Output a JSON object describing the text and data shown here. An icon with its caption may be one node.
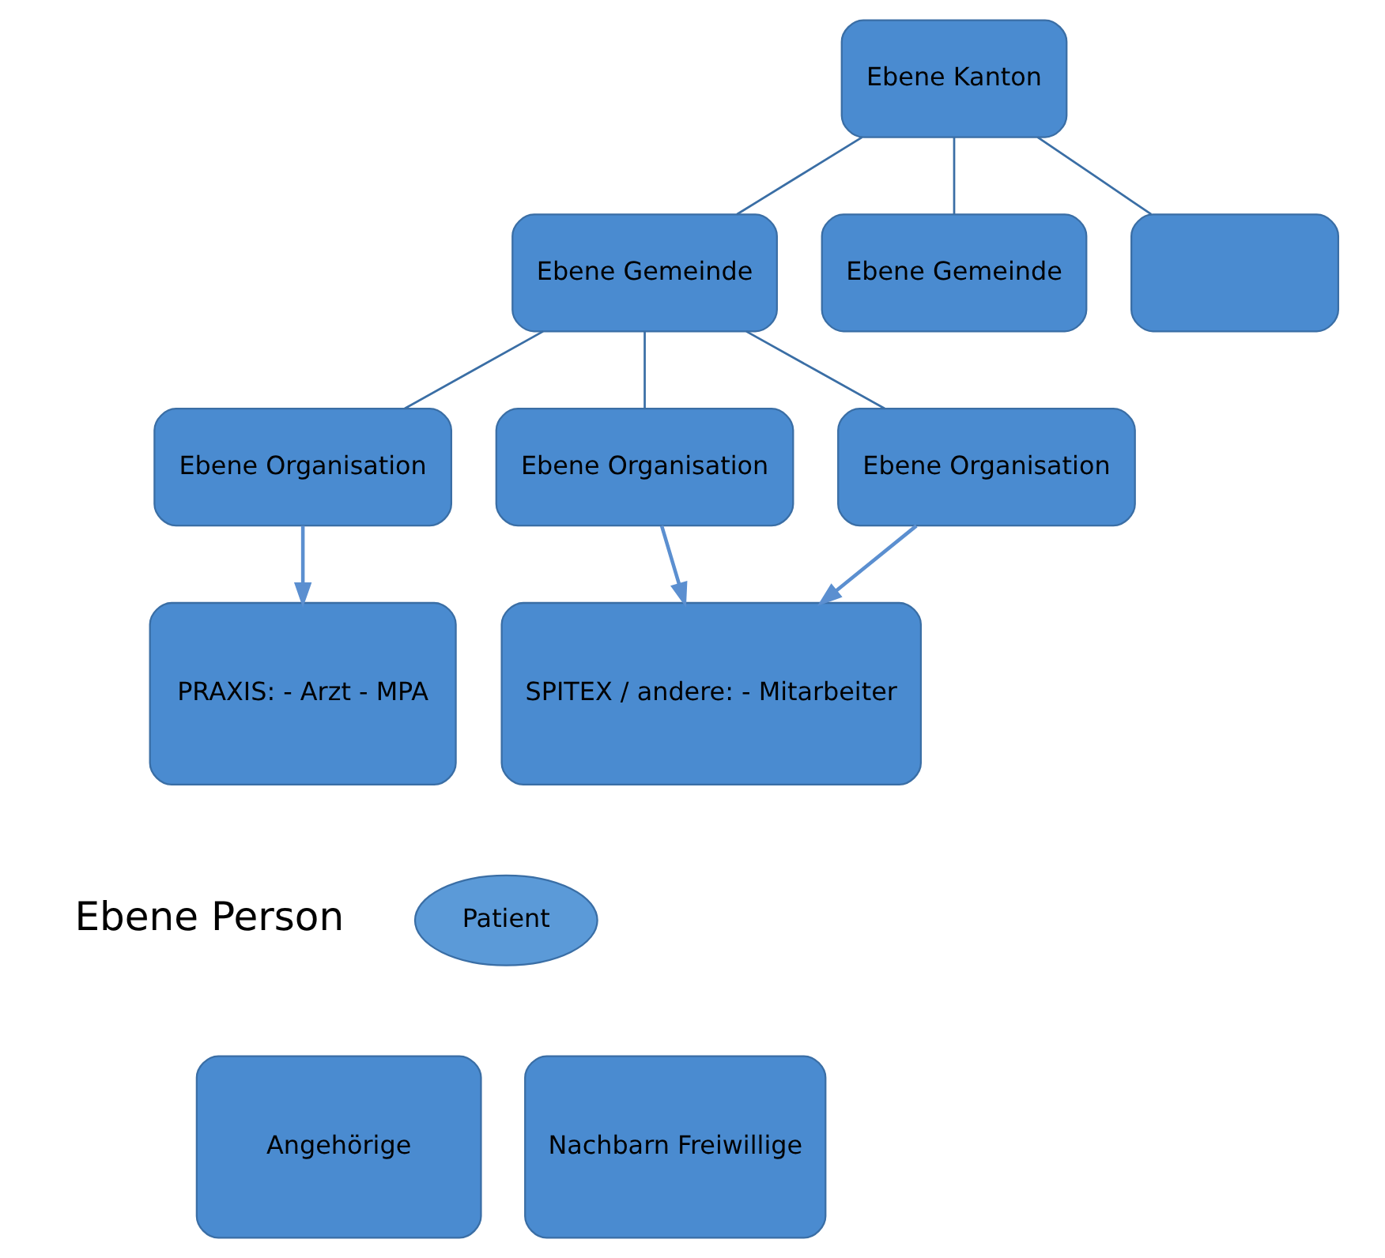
{
  "diagram": {
    "nodes": [
      {
        "text": [
          "Ebene Kanton"
        ]
      },
      {
        "text": [
          "Ebene Gemeinde"
        ]
      },
      {
        "text": [
          "Ebene Gemeinde"
        ]
      },
      {
        "text": [],
        "shape": "box"
      },
      {
        "text": [
          "Ebene Organisation"
        ]
      },
      {
        "text": [
          "Ebene Organisation"
        ]
      },
      {
        "text": [
          "Ebene Organisation"
        ]
      },
      {
        "text": [
          "PRAXIS: - Arzt - MPA"
        ]
      },
      {
        "text": [
          "SPITEX / andere: - Mitarbeiter"
        ]
      },
      {
        "text": [
          "Patient"
        ]
      },
      {
        "text": [
          "Angehörige"
        ]
      },
      {
        "text": [
          "Nachbarn Freiwillige"
        ]
      }
    ],
    "edges": [
      {
        "from": 0,
        "to": 1,
        "arrow": "none"
      },
      {
        "from": 0,
        "to": 2,
        "arrow": "none"
      },
      {
        "from": 0,
        "to": 3,
        "arrow": "none"
      },
      {
        "from": 1,
        "to": 4,
        "arrow": "none"
      },
      {
        "from": 1,
        "to": 5,
        "arrow": "none"
      },
      {
        "from": 1,
        "to": 6,
        "arrow": "none"
      },
      {
        "from": 4,
        "to": 7,
        "arrow": "to",
        "color": "#5b8fd0"
      },
      {
        "from": 5,
        "to": 8,
        "arrow": "to",
        "color": "#5b8fd0"
      },
      {
        "from": 6,
        "to": 8,
        "arrow": "to",
        "color": "#5b8fd0"
      }
    ],
    "labels": [
      "Ebene Person"
    ]
  }
}
